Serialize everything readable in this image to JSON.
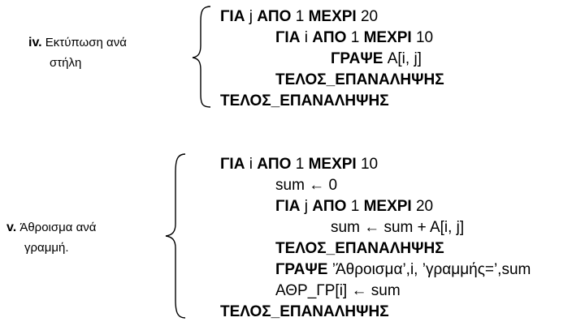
{
  "sections": [
    {
      "number": "iv.",
      "label_lines": [
        "Εκτύπωση ανά",
        "στήλη"
      ],
      "code": [
        {
          "indent": 0,
          "parts": [
            {
              "t": "ΓΙΑ",
              "k": true
            },
            {
              "t": " j ",
              "k": false
            },
            {
              "t": "ΑΠΟ",
              "k": true
            },
            {
              "t": " 1 ",
              "k": false
            },
            {
              "t": "ΜΕΧΡΙ",
              "k": true
            },
            {
              "t": " 20",
              "k": false
            }
          ]
        },
        {
          "indent": 1,
          "parts": [
            {
              "t": "ΓΙΑ",
              "k": true
            },
            {
              "t": " i ",
              "k": false
            },
            {
              "t": "ΑΠΟ",
              "k": true
            },
            {
              "t": " 1 ",
              "k": false
            },
            {
              "t": "ΜΕΧΡΙ",
              "k": true
            },
            {
              "t": " 10",
              "k": false
            }
          ]
        },
        {
          "indent": 2,
          "parts": [
            {
              "t": "ΓΡΑΨΕ",
              "k": true
            },
            {
              "t": " A[i, j]",
              "k": false
            }
          ]
        },
        {
          "indent": 1,
          "parts": [
            {
              "t": "ΤΕΛΟΣ_ΕΠΑΝΑΛΗΨΗΣ",
              "k": true
            }
          ]
        },
        {
          "indent": 0,
          "parts": [
            {
              "t": "ΤΕΛΟΣ_ΕΠΑΝΑΛΗΨΗΣ",
              "k": true
            }
          ]
        }
      ]
    },
    {
      "number": "v.",
      "label_lines": [
        "Άθροισμα ανά",
        "γραμμή."
      ],
      "code": [
        {
          "indent": 0,
          "parts": [
            {
              "t": "ΓΙΑ",
              "k": true
            },
            {
              "t": " i ",
              "k": false
            },
            {
              "t": "ΑΠΟ",
              "k": true
            },
            {
              "t": " 1 ",
              "k": false
            },
            {
              "t": "ΜΕΧΡΙ",
              "k": true
            },
            {
              "t": " 10",
              "k": false
            }
          ]
        },
        {
          "indent": 1,
          "parts": [
            {
              "t": "sum ← 0",
              "k": false
            }
          ]
        },
        {
          "indent": 1,
          "parts": [
            {
              "t": "ΓΙΑ",
              "k": true
            },
            {
              "t": " j ",
              "k": false
            },
            {
              "t": "ΑΠΟ",
              "k": true
            },
            {
              "t": " 1 ",
              "k": false
            },
            {
              "t": "ΜΕΧΡΙ",
              "k": true
            },
            {
              "t": " 20",
              "k": false
            }
          ]
        },
        {
          "indent": 2,
          "parts": [
            {
              "t": "sum ← sum + A[i, j]",
              "k": false
            }
          ]
        },
        {
          "indent": 1,
          "parts": [
            {
              "t": "ΤΕΛΟΣ_ΕΠΑΝΑΛΗΨΗΣ",
              "k": true
            }
          ]
        },
        {
          "indent": 1,
          "parts": [
            {
              "t": "ΓΡΑΨΕ",
              "k": true
            },
            {
              "t": " ’Άθροισμα’,i, ’γραμμής=’,sum",
              "k": false
            }
          ]
        },
        {
          "indent": 1,
          "parts": [
            {
              "t": "ΑΘΡ_ΓΡ[i] ← sum",
              "k": false
            }
          ]
        },
        {
          "indent": 0,
          "parts": [
            {
              "t": "ΤΕΛΟΣ_ΕΠΑΝΑΛΗΨΗΣ",
              "k": true
            }
          ]
        }
      ]
    }
  ]
}
